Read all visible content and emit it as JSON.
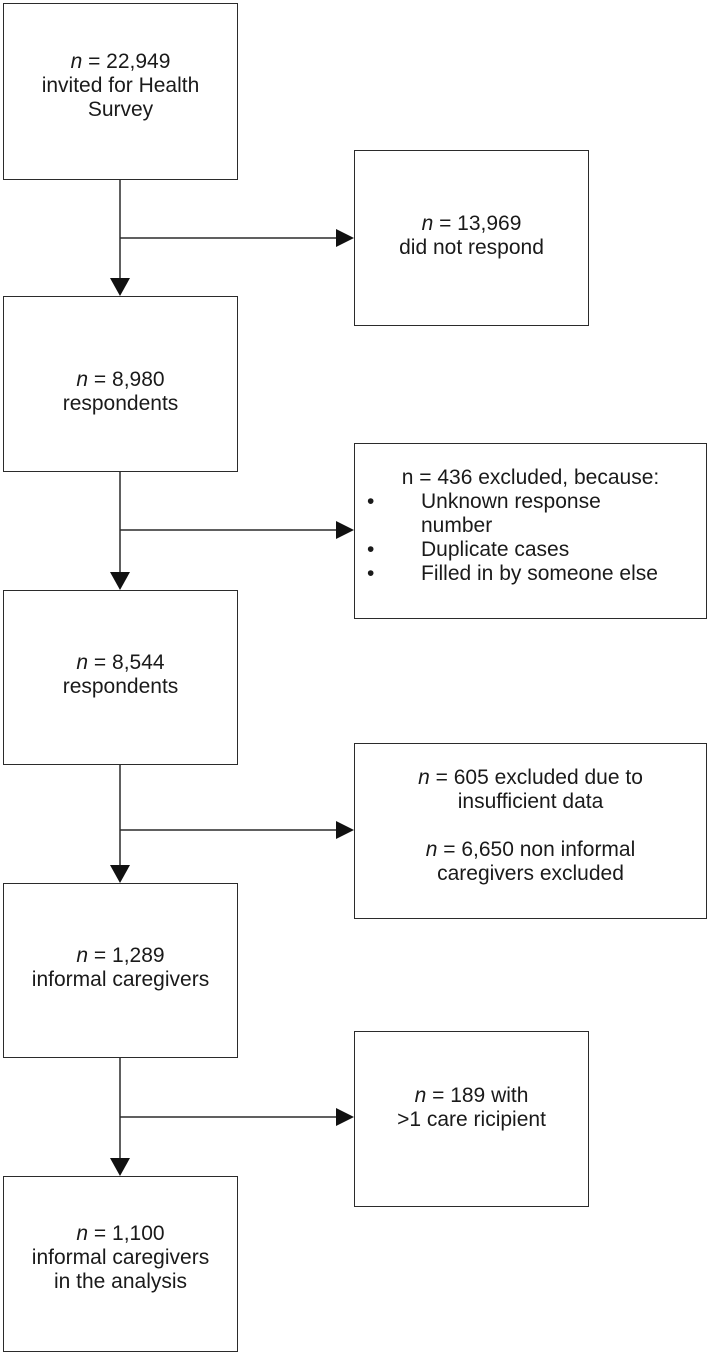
{
  "boxes": {
    "invited": {
      "n": "n",
      "count": " = 22,949",
      "line2": "invited for Health",
      "line3": "Survey"
    },
    "no_response": {
      "n": "n",
      "count": " = 13,969",
      "line2": "did not respond"
    },
    "respondents_1": {
      "n": "n",
      "count": " = 8,980",
      "line2": "respondents"
    },
    "excluded_436": {
      "head": "n = 436 excluded, because:",
      "bullet": "•",
      "items": [
        "Unknown response",
        "number",
        "Duplicate cases",
        "Filled in by someone else"
      ]
    },
    "respondents_2": {
      "n": "n",
      "count": " = 8,544",
      "line2": "respondents"
    },
    "excluded_605": {
      "n1": "n",
      "count1": " = 605 excluded due to",
      "line2": "insufficient data",
      "n2": "n",
      "count2": " = 6,650 non informal",
      "line4": "caregivers excluded"
    },
    "caregivers": {
      "n": "n",
      "count": " = 1,289",
      "line2": "informal caregivers"
    },
    "multi_recipient": {
      "n": "n",
      "count": " = 189 with",
      "line2": ">1 care ricipient"
    },
    "analysis": {
      "n": "n",
      "count": " = 1,100",
      "line2": "informal caregivers",
      "line3": "in the analysis"
    }
  }
}
